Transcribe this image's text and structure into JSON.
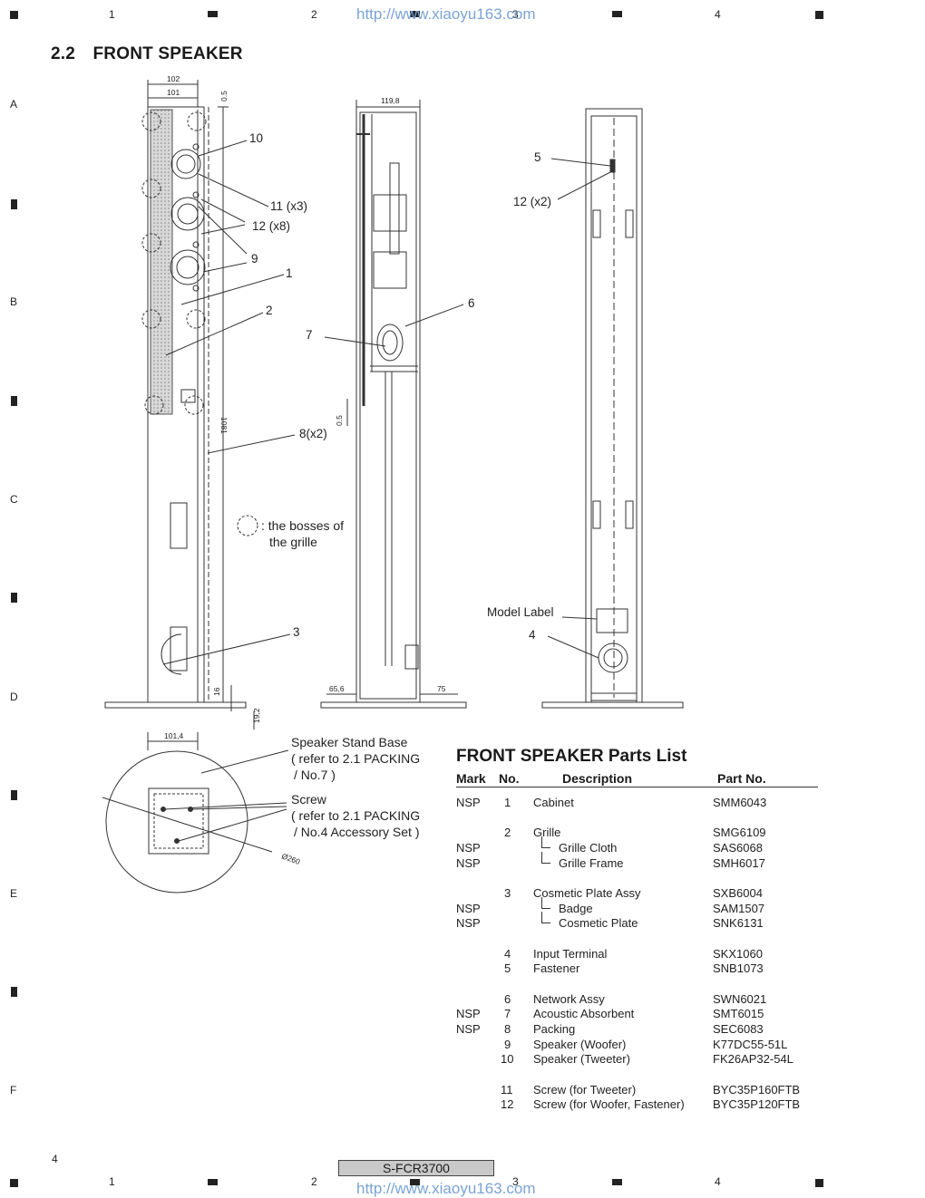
{
  "header": {
    "url": "http://www.xiaoyu163.com",
    "column_numbers": [
      "1",
      "2",
      "3",
      "4"
    ]
  },
  "row_letters": [
    "A",
    "B",
    "C",
    "D",
    "E",
    "F"
  ],
  "section": {
    "number": "2.2",
    "title": "FRONT SPEAKER"
  },
  "dimensions": {
    "d102": "102",
    "d101": "101",
    "d05a": "0.5",
    "d1198": "119,8",
    "d1081": "1081",
    "d05b": "0.5",
    "d656": "65,6",
    "d75": "75",
    "d16": "16",
    "d192": "19,2",
    "d1014": "101,4",
    "d260": "Ø260"
  },
  "callouts": {
    "c10": "10",
    "c11": "11 (x3)",
    "c12a": "12 (x8)",
    "c9": "9",
    "c1": "1",
    "c2": "2",
    "c7": "7",
    "c6": "6",
    "c8": "8(x2)",
    "c3": "3",
    "c5": "5",
    "c12b": "12 (x2)",
    "model_label": "Model Label",
    "c4": "4"
  },
  "bosses_note": {
    "line1": ": the bosses of",
    "line2": "the grille"
  },
  "stand_notes": {
    "base_line1": "Speaker Stand Base",
    "base_line2": "( refer to 2.1 PACKING",
    "base_line3": "/ No.7 )",
    "screw_line1": "Screw",
    "screw_line2": "( refer to 2.1 PACKING",
    "screw_line3": "/ No.4  Accessory Set )"
  },
  "parts_list": {
    "title": "FRONT SPEAKER Parts List",
    "headers": {
      "mark": "Mark",
      "no": "No.",
      "description": "Description",
      "part_no": "Part No."
    },
    "rows": [
      {
        "mark": "NSP",
        "no": "1",
        "desc": "Cabinet",
        "sub": false,
        "part": "SMM6043"
      },
      {
        "mark": "",
        "no": "2",
        "desc": "Grille",
        "sub": false,
        "part": "SMG6109"
      },
      {
        "mark": "NSP",
        "no": "",
        "desc": "Grille Cloth",
        "sub": true,
        "part": "SAS6068"
      },
      {
        "mark": "NSP",
        "no": "",
        "desc": "Grille Frame",
        "sub": true,
        "part": "SMH6017"
      },
      {
        "mark": "",
        "no": "3",
        "desc": "Cosmetic Plate Assy",
        "sub": false,
        "part": "SXB6004"
      },
      {
        "mark": "NSP",
        "no": "",
        "desc": "Badge",
        "sub": true,
        "part": "SAM1507"
      },
      {
        "mark": "NSP",
        "no": "",
        "desc": "Cosmetic Plate",
        "sub": true,
        "part": "SNK6131"
      },
      {
        "mark": "",
        "no": "4",
        "desc": "Input Terminal",
        "sub": false,
        "part": "SKX1060"
      },
      {
        "mark": "",
        "no": "5",
        "desc": "Fastener",
        "sub": false,
        "part": "SNB1073"
      },
      {
        "mark": "",
        "no": "6",
        "desc": "Network Assy",
        "sub": false,
        "part": "SWN6021"
      },
      {
        "mark": "NSP",
        "no": "7",
        "desc": "Acoustic Absorbent",
        "sub": false,
        "part": "SMT6015"
      },
      {
        "mark": "NSP",
        "no": "8",
        "desc": "Packing",
        "sub": false,
        "part": "SEC6083"
      },
      {
        "mark": "",
        "no": "9",
        "desc": "Speaker (Woofer)",
        "sub": false,
        "part": "K77DC55-51L"
      },
      {
        "mark": "",
        "no": "10",
        "desc": "Speaker (Tweeter)",
        "sub": false,
        "part": "FK26AP32-54L"
      },
      {
        "mark": "",
        "no": "11",
        "desc": "Screw (for Tweeter)",
        "sub": false,
        "part": "BYC35P160FTB"
      },
      {
        "mark": "",
        "no": "12",
        "desc": "Screw (for Woofer, Fastener)",
        "sub": false,
        "part": "BYC35P120FTB"
      }
    ]
  },
  "footer": {
    "page_number": "4",
    "model": "S-FCR3700"
  }
}
